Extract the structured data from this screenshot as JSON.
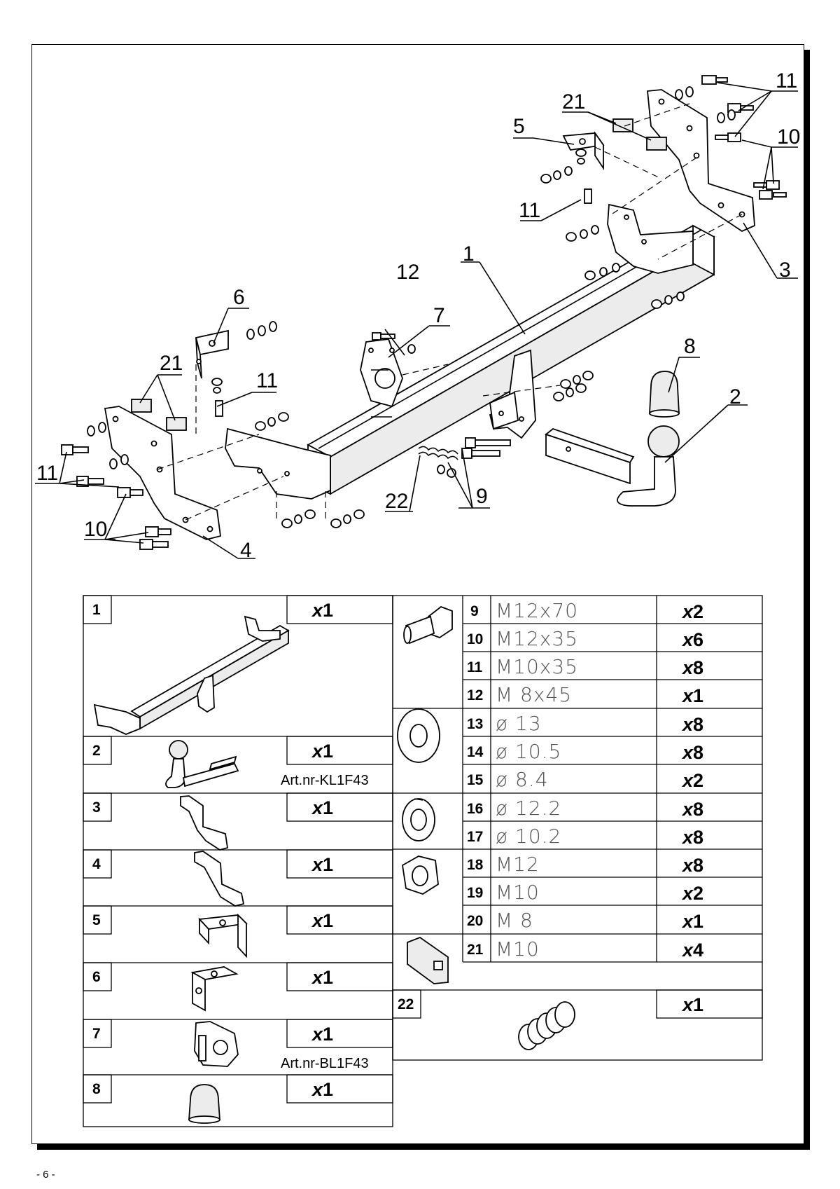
{
  "callouts": {
    "c1": "1",
    "c2": "2",
    "c3": "3",
    "c4": "4",
    "c5": "5",
    "c6": "6",
    "c7": "7",
    "c8": "8",
    "c9": "9",
    "c10a": "10",
    "c10b": "10",
    "c11a": "11",
    "c11b": "11",
    "c11c": "11",
    "c11d": "11",
    "c12": "12",
    "c21a": "21",
    "c21b": "21",
    "c22": "22"
  },
  "parts_left": [
    {
      "num": "1",
      "qty": "1",
      "art": ""
    },
    {
      "num": "2",
      "qty": "1",
      "art": "Art.nr-KL1F43"
    },
    {
      "num": "3",
      "qty": "1",
      "art": ""
    },
    {
      "num": "4",
      "qty": "1",
      "art": ""
    },
    {
      "num": "5",
      "qty": "1",
      "art": ""
    },
    {
      "num": "6",
      "qty": "1",
      "art": ""
    },
    {
      "num": "7",
      "qty": "1",
      "art": "Art.nr-BL1F43"
    },
    {
      "num": "8",
      "qty": "1",
      "art": ""
    }
  ],
  "qty_prefix": "x",
  "hardware": [
    {
      "num": "9",
      "spec": "M12x70",
      "qty": "2"
    },
    {
      "num": "10",
      "spec": "M12x35",
      "qty": "6"
    },
    {
      "num": "11",
      "spec": "M10x35",
      "qty": "8"
    },
    {
      "num": "12",
      "spec": "M 8x45",
      "qty": "1"
    },
    {
      "num": "13",
      "spec": "ø 13",
      "qty": "8"
    },
    {
      "num": "14",
      "spec": "ø 10.5",
      "qty": "8"
    },
    {
      "num": "15",
      "spec": "ø 8.4",
      "qty": "2"
    },
    {
      "num": "16",
      "spec": "ø 12.2",
      "qty": "8"
    },
    {
      "num": "17",
      "spec": "ø 10.2",
      "qty": "8"
    },
    {
      "num": "18",
      "spec": "M12",
      "qty": "8"
    },
    {
      "num": "19",
      "spec": "M10",
      "qty": "2"
    },
    {
      "num": "20",
      "spec": "M 8",
      "qty": "1"
    },
    {
      "num": "21",
      "spec": "M10",
      "qty": "4"
    }
  ],
  "spring": {
    "num": "22",
    "qty": "1"
  },
  "footer": "- 6 -"
}
